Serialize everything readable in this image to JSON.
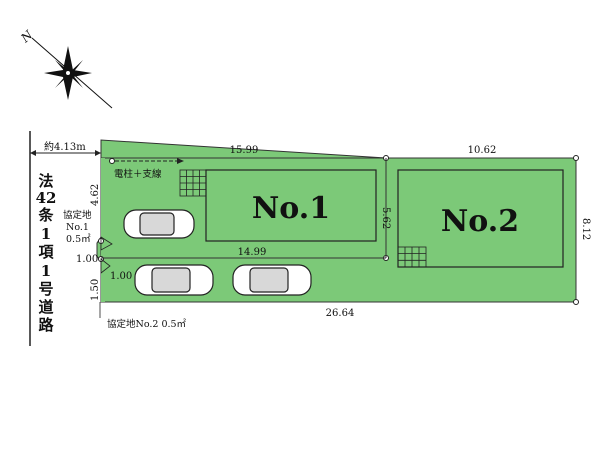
{
  "compass": {
    "north_label": "N",
    "icon": "compass-rose-icon"
  },
  "road": {
    "width_label": "約4.13m",
    "name_chars": [
      "法",
      "42",
      "条",
      "1",
      "項",
      "1",
      "号",
      "道",
      "路"
    ]
  },
  "lots": [
    {
      "name": "No.1"
    },
    {
      "name": "No.2"
    }
  ],
  "dimensions": {
    "top_left": "15.99",
    "top_right": "10.62",
    "bottom": "26.64",
    "inner_line": "14.99",
    "depth_no1": "5.62",
    "depth_right": "8.12",
    "left_upper": "4.62",
    "left_mid_a": "1.00",
    "left_mid_b": "1.00",
    "left_lower": "1.50"
  },
  "labels": {
    "utility_pole": "電柱＋支線",
    "agreement_no1_title": "協定地",
    "agreement_no1_name": "No.1",
    "agreement_no1_area": "0.5㎡",
    "agreement_no2": "協定地No.2 0.5㎡"
  },
  "colors": {
    "lot_fill": "#7cc978",
    "line": "#222222"
  }
}
